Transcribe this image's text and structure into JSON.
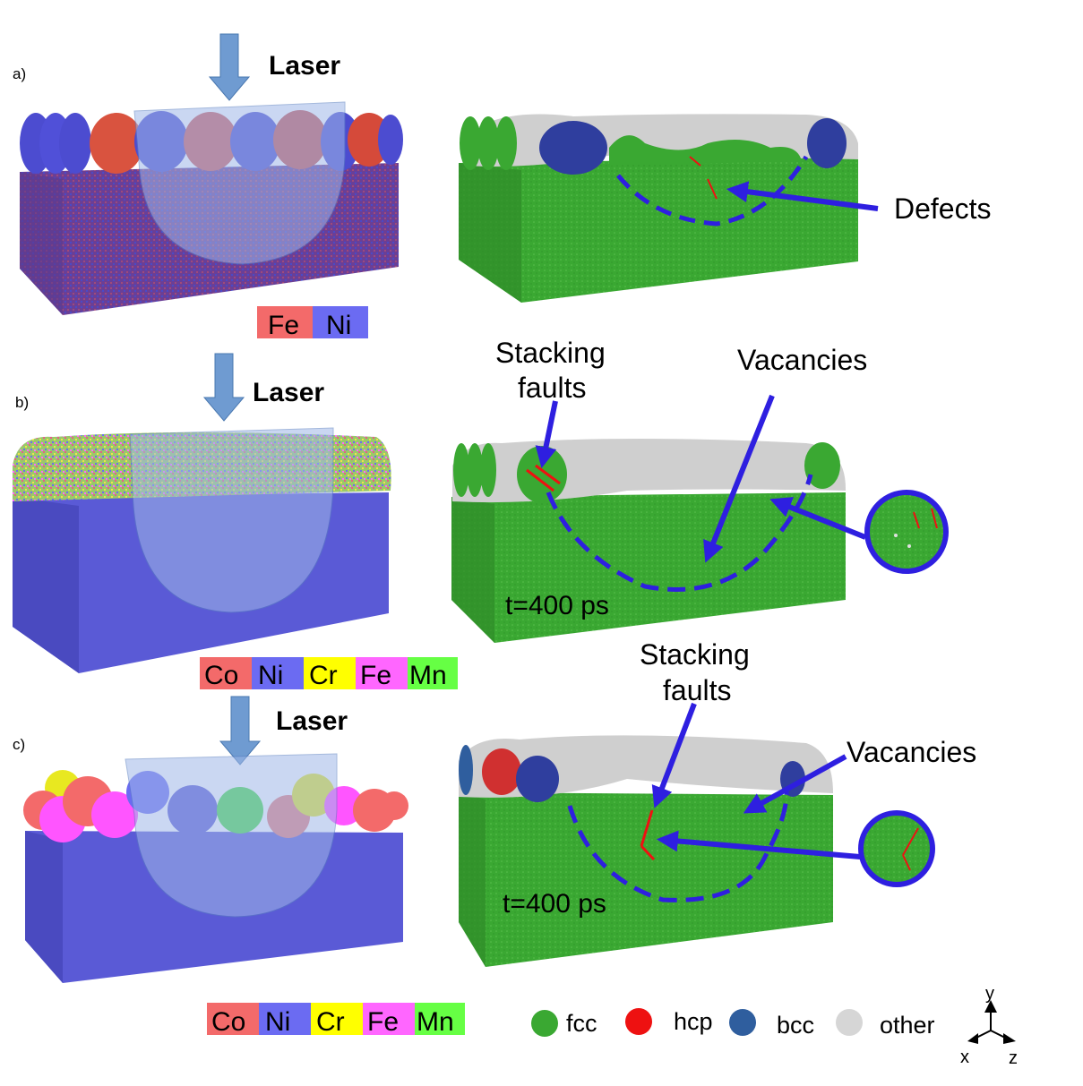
{
  "panels": {
    "a": {
      "label": "a)",
      "laser": "Laser",
      "annotations": {
        "defects": "Defects"
      },
      "legend": [
        {
          "label": "Fe",
          "color": "#f36a6a"
        },
        {
          "label": "Ni",
          "color": "#6b6bf2"
        }
      ]
    },
    "b": {
      "label": "b)",
      "laser": "Laser",
      "time": "t=400 ps",
      "annotations": {
        "stacking_line1": "Stacking",
        "stacking_line2": "faults",
        "vacancies": "Vacancies"
      },
      "legend": [
        {
          "label": "Co",
          "color": "#f36a6a"
        },
        {
          "label": "Ni",
          "color": "#6b6bf2"
        },
        {
          "label": "Cr",
          "color": "#ffff00"
        },
        {
          "label": "Fe",
          "color": "#ff66ff"
        },
        {
          "label": "Mn",
          "color": "#66ff44"
        }
      ]
    },
    "c": {
      "label": "c)",
      "laser": "Laser",
      "time": "t=400 ps",
      "annotations": {
        "stacking_line1": "Stacking",
        "stacking_line2": "faults",
        "vacancies": "Vacancies"
      },
      "legend": [
        {
          "label": "Co",
          "color": "#f36a6a"
        },
        {
          "label": "Ni",
          "color": "#6b6bf2"
        },
        {
          "label": "Cr",
          "color": "#ffff00"
        },
        {
          "label": "Fe",
          "color": "#ff66ff"
        },
        {
          "label": "Mn",
          "color": "#66ff44"
        }
      ]
    }
  },
  "structure_legend": [
    {
      "label": "fcc",
      "color": "#3aa832"
    },
    {
      "label": "hcp",
      "color": "#ee1111"
    },
    {
      "label": "bcc",
      "color": "#2f5e9e"
    },
    {
      "label": "other",
      "color": "#d6d6d6"
    }
  ],
  "axes": {
    "y": "y",
    "x": "x",
    "z": "z"
  },
  "colors": {
    "arrow": "#2e1fe0",
    "laser_arrow": "#6f9bd1",
    "substrate_blue": "#5a5ad6",
    "fcc_green": "#3aa832",
    "beam": "#9fb8e8"
  }
}
